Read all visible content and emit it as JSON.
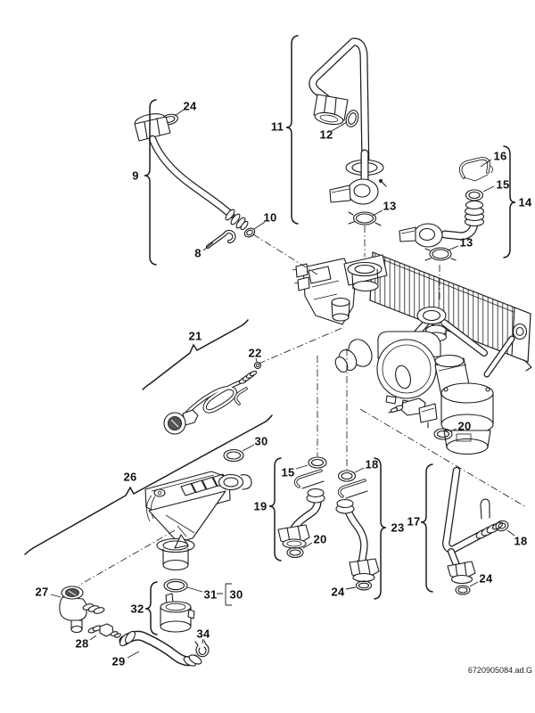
{
  "document_code": "6720905084.ad.G",
  "callouts": {
    "oring_24_top": "24",
    "group_9": "9",
    "clip_8": "8",
    "oring_10": "10",
    "group_11": "11",
    "gasket_12": "12",
    "clamp_13_left": "13",
    "clip_16": "16",
    "washer_15_top": "15",
    "group_14": "14",
    "clamp_13_right": "13",
    "sensor_21": "21",
    "screw_22": "22",
    "oring_30_top": "30",
    "siphon_26": "26",
    "washer_15_bottom": "15",
    "washer_18_mid": "18",
    "group_19": "19",
    "oring_20_pipe": "20",
    "group_23": "23",
    "oring_24_pipe": "24",
    "group_17": "17",
    "oring_20_assembly": "20",
    "oring_18_right": "18",
    "oring_24_right": "24",
    "elbow_27": "27",
    "nipple_28": "28",
    "hose_29": "29",
    "cup_32": "32",
    "oring_31": "31",
    "oring_30_bottom": "30",
    "clip_34": "34"
  }
}
